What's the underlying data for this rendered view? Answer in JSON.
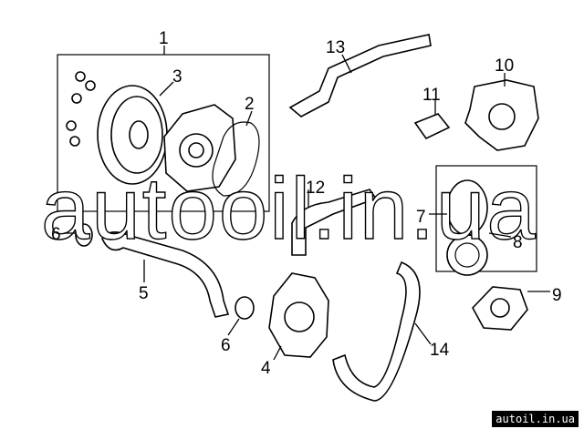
{
  "callouts": {
    "c1": "1",
    "c2": "2",
    "c3": "3",
    "c4": "4",
    "c5": "5",
    "c6": "6",
    "c6b": "6",
    "c7": "7",
    "c8": "8",
    "c9": "9",
    "c10": "10",
    "c11": "11",
    "c12": "12",
    "c13": "13",
    "c14": "14"
  },
  "watermark": "autooil.in.ua",
  "badge": "autoil.in.ua"
}
